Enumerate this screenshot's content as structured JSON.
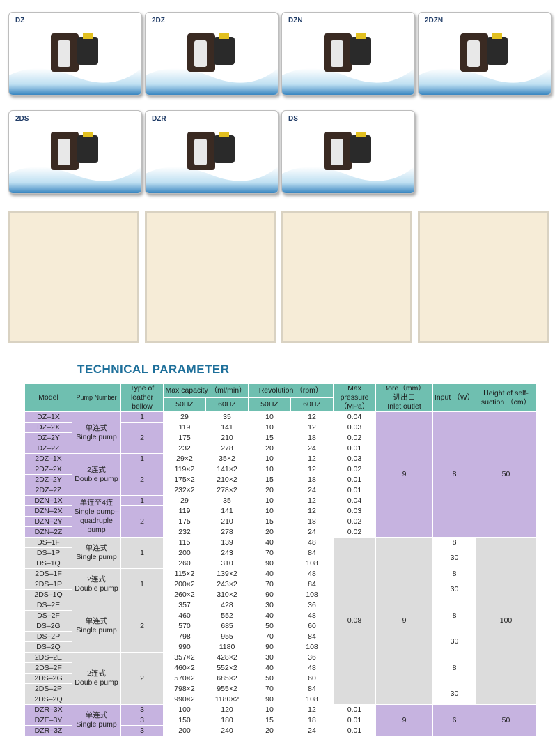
{
  "products": [
    {
      "label": "DZ"
    },
    {
      "label": "2DZ"
    },
    {
      "label": "DZN"
    },
    {
      "label": "2DZN"
    },
    {
      "label": "2DS"
    },
    {
      "label": "DZR"
    },
    {
      "label": "DS"
    }
  ],
  "title": "TECHNICAL PARAMETER",
  "header": {
    "model": "Model",
    "pump_number": "Pump Number",
    "type": "Type of leather bellow",
    "capacity": "Max capacity （ml/min）",
    "revolution": "Revolution （rpm）",
    "pressure": "Max pressure （MPa）",
    "bore_cn": "Bore（mm）",
    "bore_cn2": "进出口",
    "bore_en": "Inlet outlet",
    "input": "Input （W）",
    "height": "Height of self-suction （cm）",
    "hz50": "50HZ",
    "hz60": "60HZ",
    "rhz50": "50HZ",
    "rhz60": "60HZ"
  },
  "groups": {
    "dz_pn": "单连式 Single pump",
    "dz2_pn": "2连式 Double pump",
    "dzn_pn": "单连至4连 Single pump– quadruple pump",
    "ds_pn": "单连式 Single pump",
    "ds2_pn": "2连式 Double pump",
    "dsb_pn": "单连式 Single pump",
    "ds2b_pn": "2连式 Double pump",
    "dzr_pn": "单连式 Single pump",
    "bore_top": "9",
    "input_top": "8",
    "height_top": "50",
    "pressure_ds": "0.08",
    "bore_ds": "9",
    "height_ds": "100",
    "bore_dzr": "9",
    "input_dzr": "6",
    "height_dzr": "50",
    "type_1a": "1",
    "type_2a": "2",
    "type_1b": "1",
    "type_2b": "2",
    "type_1c": "1",
    "type_2c": "2",
    "type_1d": "1",
    "type_1e": "1",
    "type_2d": "2",
    "type_2e": "2",
    "in_ds1": "8",
    "in_ds2": "30",
    "in_2ds1": "8",
    "in_2ds2": "30",
    "in_ds2a": "8",
    "in_ds2b": "30",
    "in_2ds2a": "8",
    "in_2ds2b": "30"
  },
  "rows": [
    [
      "DZ–1X",
      "29",
      "35",
      "10",
      "12",
      "0.04"
    ],
    [
      "DZ–2X",
      "119",
      "141",
      "10",
      "12",
      "0.03"
    ],
    [
      "DZ–2Y",
      "175",
      "210",
      "15",
      "18",
      "0.02"
    ],
    [
      "DZ–2Z",
      "232",
      "278",
      "20",
      "24",
      "0.01"
    ],
    [
      "2DZ–1X",
      "29×2",
      "35×2",
      "10",
      "12",
      "0.03"
    ],
    [
      "2DZ–2X",
      "119×2",
      "141×2",
      "10",
      "12",
      "0.02"
    ],
    [
      "2DZ–2Y",
      "175×2",
      "210×2",
      "15",
      "18",
      "0.01"
    ],
    [
      "2DZ–2Z",
      "232×2",
      "278×2",
      "20",
      "24",
      "0.01"
    ],
    [
      "DZN–1X",
      "29",
      "35",
      "10",
      "12",
      "0.04"
    ],
    [
      "DZN–2X",
      "119",
      "141",
      "10",
      "12",
      "0.03"
    ],
    [
      "DZN–2Y",
      "175",
      "210",
      "15",
      "18",
      "0.02"
    ],
    [
      "DZN–2Z",
      "232",
      "278",
      "20",
      "24",
      "0.02"
    ],
    [
      "DS–1F",
      "115",
      "139",
      "40",
      "48"
    ],
    [
      "DS–1P",
      "200",
      "243",
      "70",
      "84"
    ],
    [
      "DS–1Q",
      "260",
      "310",
      "90",
      "108"
    ],
    [
      "2DS–1F",
      "115×2",
      "139×2",
      "40",
      "48"
    ],
    [
      "2DS–1P",
      "200×2",
      "243×2",
      "70",
      "84"
    ],
    [
      "2DS–1Q",
      "260×2",
      "310×2",
      "90",
      "108"
    ],
    [
      "DS–2E",
      "357",
      "428",
      "30",
      "36"
    ],
    [
      "DS–2F",
      "460",
      "552",
      "40",
      "48"
    ],
    [
      "DS–2G",
      "570",
      "685",
      "50",
      "60"
    ],
    [
      "DS–2P",
      "798",
      "955",
      "70",
      "84"
    ],
    [
      "DS–2Q",
      "990",
      "1180",
      "90",
      "108"
    ],
    [
      "2DS–2E",
      "357×2",
      "428×2",
      "30",
      "36"
    ],
    [
      "2DS–2F",
      "460×2",
      "552×2",
      "40",
      "48"
    ],
    [
      "2DS–2G",
      "570×2",
      "685×2",
      "50",
      "60"
    ],
    [
      "2DS–2P",
      "798×2",
      "955×2",
      "70",
      "84"
    ],
    [
      "2DS–2Q",
      "990×2",
      "1180×2",
      "90",
      "108"
    ],
    [
      "DZR–3X",
      "3",
      "100",
      "120",
      "10",
      "12",
      "0.01"
    ],
    [
      "DZE–3Y",
      "3",
      "150",
      "180",
      "15",
      "18",
      "0.01"
    ],
    [
      "DZR–3Z",
      "3",
      "200",
      "240",
      "20",
      "24",
      "0.01"
    ]
  ]
}
